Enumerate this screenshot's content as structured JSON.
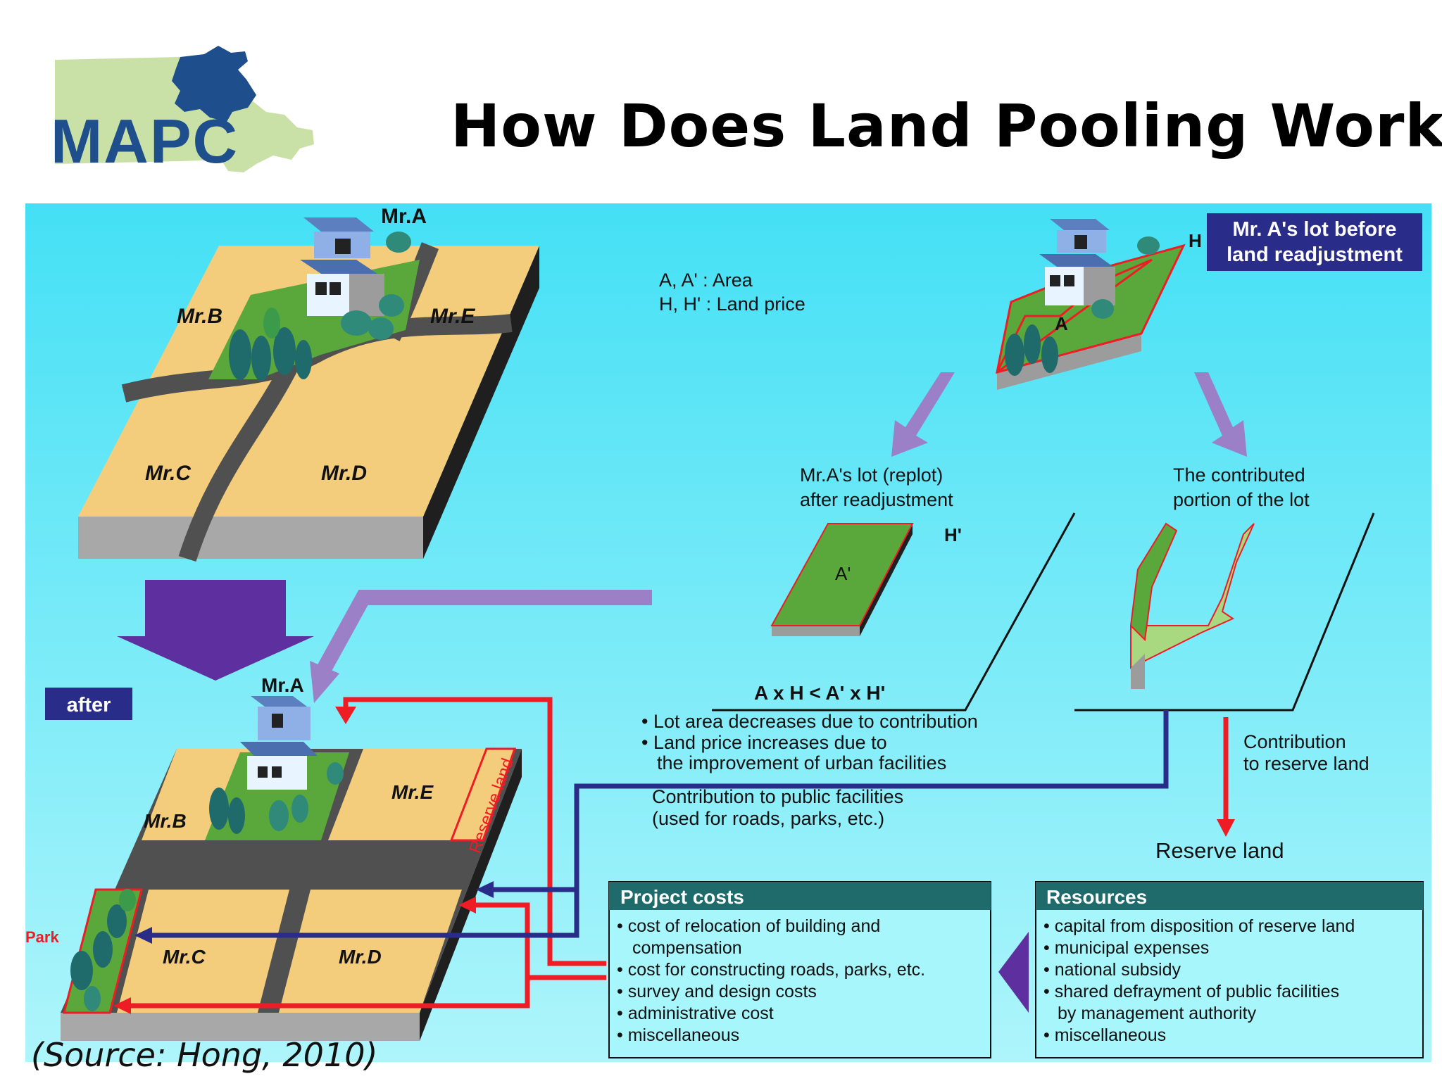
{
  "header": {
    "logo_text": "MAPC",
    "title": "How Does Land Pooling Work?"
  },
  "diagram": {
    "before_lots": {
      "a": "Mr.A",
      "b": "Mr.B",
      "c": "Mr.C",
      "d": "Mr.D",
      "e": "Mr.E"
    },
    "legend": {
      "area": "A, A' : Area",
      "price": "H, H' : Land price"
    },
    "before_box": {
      "line1": "Mr. A's lot before",
      "line2": "land readjustment"
    },
    "lot_labels": {
      "a": "A",
      "h": "H",
      "a_prime": "A'",
      "h_prime": "H'"
    },
    "replot_caption": {
      "line1": "Mr.A's lot (replot)",
      "line2": "after readjustment"
    },
    "contributed_caption": {
      "line1": "The contributed",
      "line2": "portion of the lot"
    },
    "formula": "A x H < A' x H'",
    "bullets": {
      "b1": "• Lot area decreases due to contribution",
      "b2": "• Land price increases due to",
      "b3": "the improvement of urban facilities"
    },
    "public_caption": {
      "line1": "Contribution to public facilities",
      "line2": "(used for roads, parks, etc.)"
    },
    "reserve_contrib": {
      "line1": "Contribution",
      "line2": "to reserve land"
    },
    "reserve_land": "Reserve land",
    "after_label": "after",
    "after_lots": {
      "a": "Mr.A",
      "b": "Mr.B",
      "c": "Mr.C",
      "d": "Mr.D",
      "e": "Mr.E",
      "park": "Park",
      "reserve": "Reserve land"
    },
    "project_costs": {
      "title": "Project costs",
      "items": [
        "• cost of relocation of building and",
        "compensation",
        "• cost for constructing roads, parks, etc.",
        "• survey and design costs",
        "• administrative cost",
        "• miscellaneous"
      ]
    },
    "resources": {
      "title": "Resources",
      "items": [
        "• capital from disposition of reserve land",
        "• municipal expenses",
        "• national subsidy",
        "• shared defrayment of public facilities",
        "by management authority",
        "• miscellaneous"
      ]
    }
  },
  "source": "(Source: Hong, 2010)",
  "colors": {
    "background": "#5fe6f8",
    "lot": "#f4cd7c",
    "road": "#505050",
    "green": "#5aa83c",
    "navy": "#2a2c8a",
    "red": "#ee1c25",
    "lavender": "#9b7fc7",
    "teal_header": "#1f6b6b"
  }
}
